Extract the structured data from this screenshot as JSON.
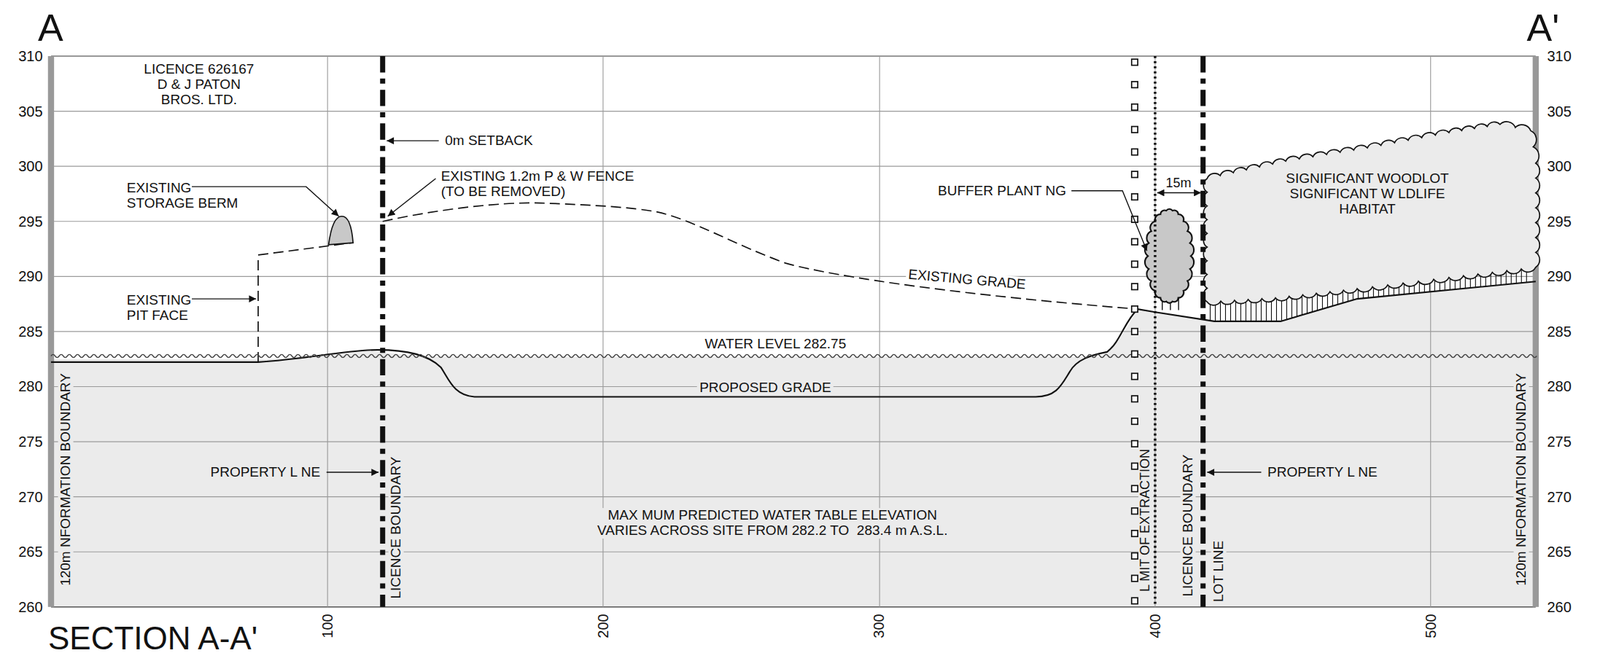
{
  "diagram": {
    "title": "SECTION A-A'",
    "nodes": [
      {
        "text": [
          "SIGNIFICANT WOODLOT SIGNIFICANT W LDLIFE HABITAT"
        ]
      }
    ],
    "labels": [
      "A",
      "A'",
      "310",
      "305",
      "300",
      "295",
      "290",
      "285",
      "280",
      "275",
      "270",
      "265",
      "260",
      "310",
      "305",
      "300",
      "295",
      "290",
      "285",
      "280",
      "275",
      "270",
      "265",
      "260",
      "100",
      "200",
      "300",
      "400",
      "500",
      "LICENCE 626167 D & J PATON BROS. LTD.",
      "0m SETBACK",
      "EXISTING 1.2m P & W FENCE (TO BE REMOVED)",
      "EXISTING STORAGE BERM",
      "EXISTING PIT FACE",
      "BUFFER PLANT NG",
      "15m",
      "EXISTING GRADE",
      "WATER LEVEL 282.75",
      "PROPOSED GRADE",
      "PROPERTY L NE",
      "PROPERTY L NE",
      "MAX MUM PREDICTED WATER TABLE ELEVATION VARIES ACROSS SITE FROM 282.2 TO  283.4 m A.S.L.",
      "120m NFORMATION BOUNDARY",
      "120m NFORMATION BOUNDARY",
      "LICENCE BOUNDARY",
      "LICENCE BOUNDARY",
      "L MIT OF EXTRACTION",
      "LOT LINE"
    ]
  }
}
